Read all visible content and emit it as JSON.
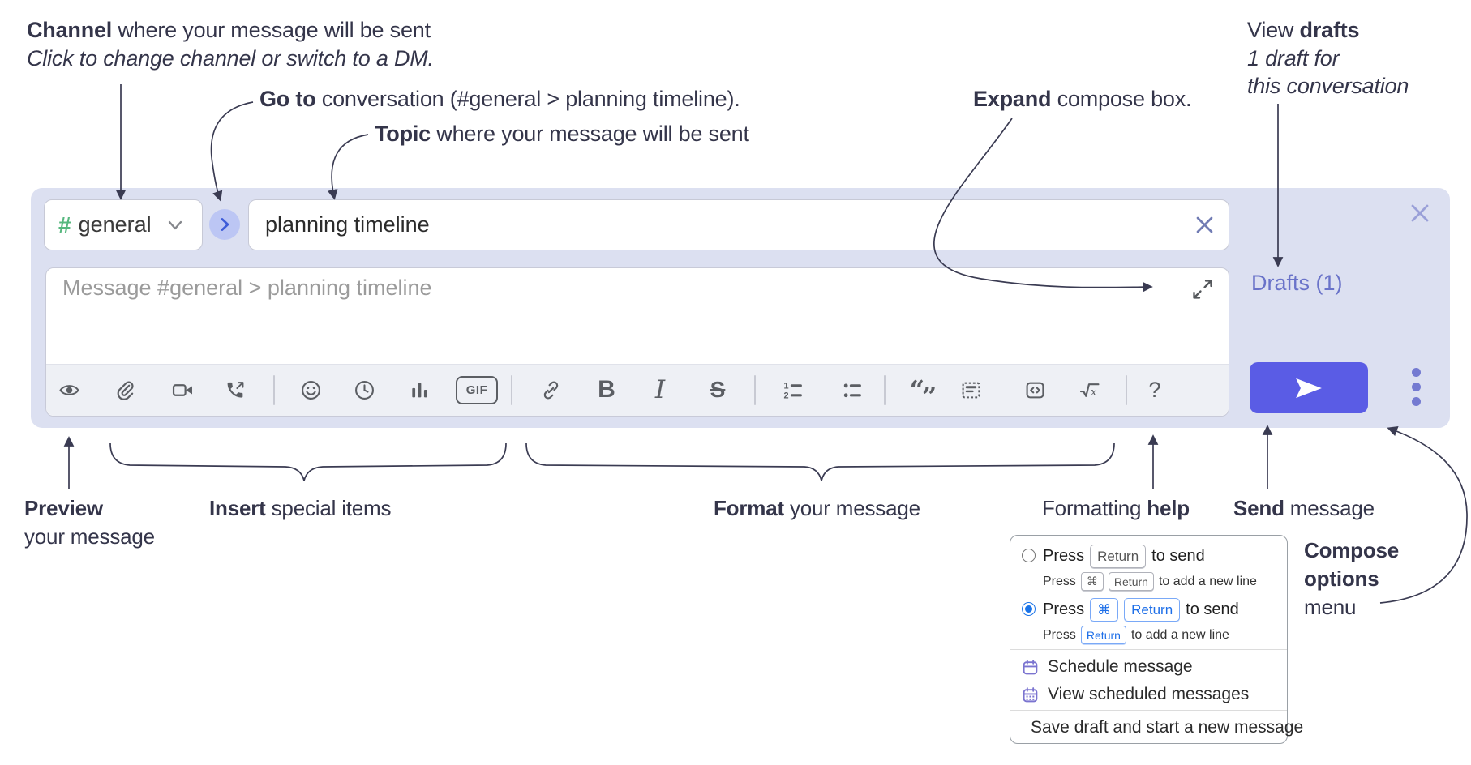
{
  "annotations": {
    "channel": {
      "bold": "Channel",
      "rest": " where your message will be sent",
      "sub": "Click to change channel or switch to a DM."
    },
    "goto": {
      "bold": "Go to",
      "rest": " conversation (#general > planning timeline)."
    },
    "topic": {
      "bold": "Topic",
      "rest": " where your message will be sent"
    },
    "expand": {
      "bold": "Expand",
      "rest": " compose box."
    },
    "view_drafts": {
      "pre": "View ",
      "bold": "drafts",
      "sub1": "1 draft for",
      "sub2": "this conversation"
    },
    "preview": {
      "bold": "Preview",
      "sub": "your message"
    },
    "insert": {
      "bold": "Insert",
      "rest": " special items"
    },
    "format": {
      "bold": "Format",
      "rest": " your message"
    },
    "help": {
      "pre": "Formatting ",
      "bold": "help"
    },
    "send": {
      "bold": "Send",
      "rest": " message"
    },
    "compose_options": {
      "line1": "Compose",
      "line2": "options",
      "line3": "menu"
    }
  },
  "compose": {
    "channel": {
      "hash": "#",
      "name": "general"
    },
    "topic": "planning timeline",
    "message_placeholder": "Message #general > planning timeline",
    "drafts_link": "Drafts (1)",
    "toolbar_labels": {
      "gif": "GIF",
      "bold": "B",
      "italic": "I",
      "strike": "S",
      "help": "?"
    },
    "toolbar_icons": [
      "preview",
      "attach-file",
      "video-call",
      "audio-call",
      "emoji",
      "time",
      "poll",
      "gif",
      "link",
      "bold",
      "italic",
      "strikethrough",
      "numbered-list",
      "bulleted-list",
      "quote",
      "spoiler",
      "code",
      "math",
      "help"
    ]
  },
  "options_menu": {
    "option1": {
      "press": "Press",
      "key1": "Return",
      "after": "to send",
      "sub": {
        "press": "Press",
        "key1": "⌘",
        "key2": "Return",
        "after": "to add a new line"
      }
    },
    "option2": {
      "press": "Press",
      "key1": "⌘",
      "key2": "Return",
      "after": "to send",
      "sub": {
        "press": "Press",
        "key1": "Return",
        "after": "to add a new line"
      }
    },
    "items": {
      "schedule": "Schedule message",
      "view_scheduled": "View scheduled messages",
      "save_draft": "Save draft and start a new message"
    }
  },
  "colors": {
    "send_button": "#5a5ce5",
    "drafts_link": "#6a73c9",
    "radio_selected": "#1a73e8",
    "kbd_blue": "#1e6fe8",
    "menu_icon_purple": "#7b74d0",
    "channel_hash_green": "#57b87f",
    "compose_bg": "#dce0f1",
    "annotation_text": "#34354a"
  }
}
